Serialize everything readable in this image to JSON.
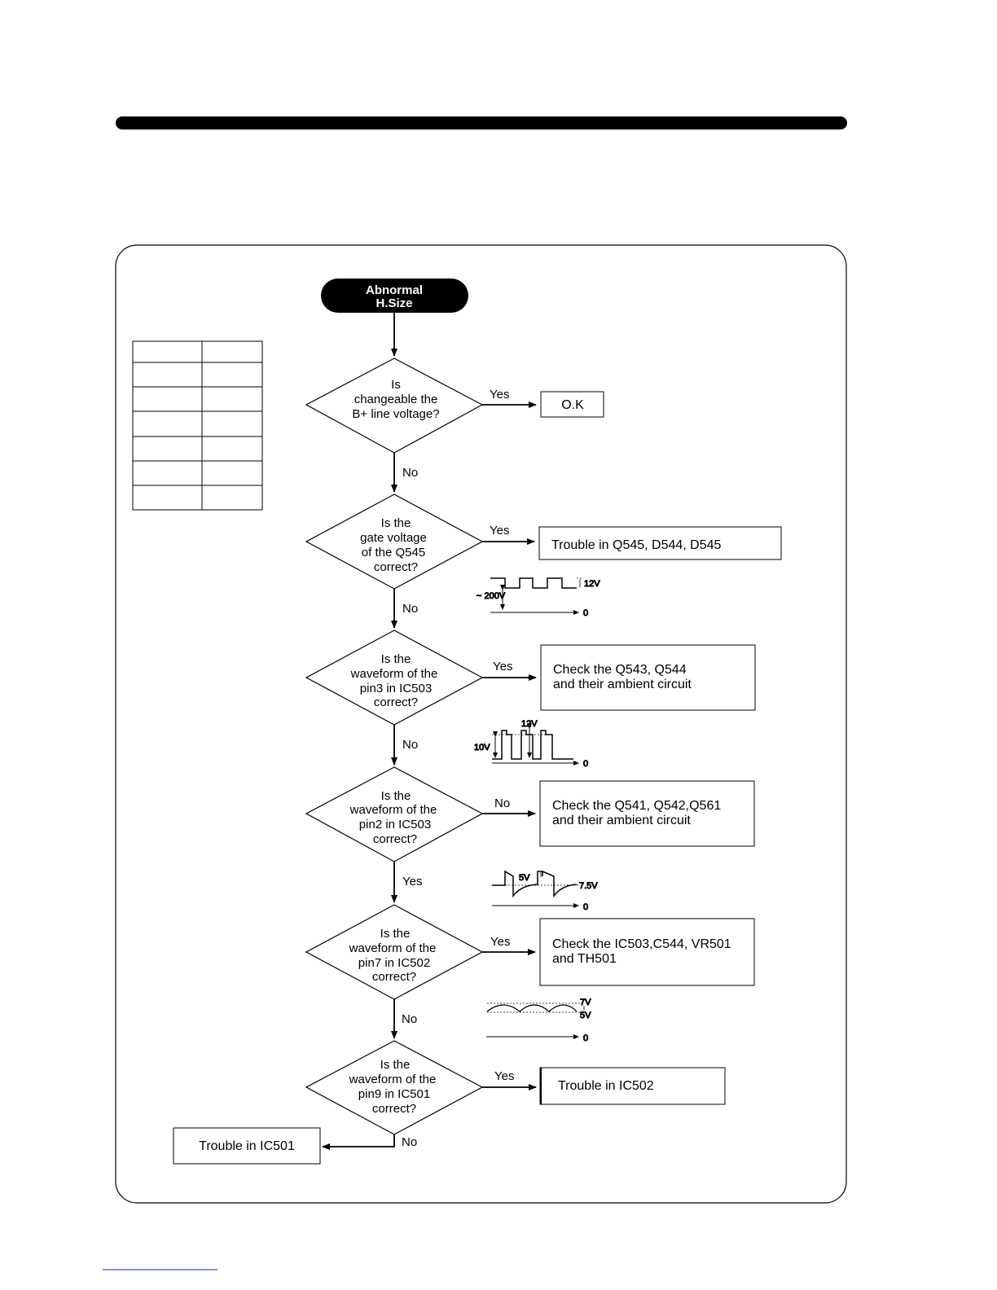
{
  "flowchart": {
    "start": {
      "line1": "Abnormal",
      "line2": "H.Size"
    },
    "decisions": [
      {
        "lines": [
          "Is",
          "changeable the",
          "B+ line voltage?"
        ],
        "right_label": "Yes",
        "down_label": "No"
      },
      {
        "lines": [
          "Is the",
          "gate voltage",
          "of the Q545",
          "correct?"
        ],
        "right_label": "Yes",
        "down_label": "No"
      },
      {
        "lines": [
          "Is the",
          "waveform of the",
          "pin3 in IC503",
          "correct?"
        ],
        "right_label": "Yes",
        "down_label": "No"
      },
      {
        "lines": [
          "Is the",
          "waveform of the",
          "pin2 in IC503",
          "correct?"
        ],
        "right_label": "No",
        "down_label": "Yes"
      },
      {
        "lines": [
          "Is the",
          "waveform of the",
          "pin7 in IC502",
          "correct?"
        ],
        "right_label": "Yes",
        "down_label": "No"
      },
      {
        "lines": [
          "Is the",
          "waveform of the",
          "pin9 in IC501",
          "correct?"
        ],
        "right_label": "Yes",
        "down_label": "No"
      }
    ],
    "results": [
      {
        "lines": [
          "O.K"
        ]
      },
      {
        "lines": [
          "Trouble in Q545, D544, D545"
        ]
      },
      {
        "lines": [
          "Check the Q543, Q544",
          "and their ambient circuit"
        ]
      },
      {
        "lines": [
          "Check the Q541, Q542,Q561",
          "and their ambient circuit"
        ]
      },
      {
        "lines": [
          "Check the IC503,C544, VR501",
          "and  TH501"
        ]
      },
      {
        "lines": [
          "Trouble in IC502"
        ]
      }
    ],
    "final_result": "Trouble in IC501"
  },
  "waveforms": {
    "gate": {
      "amp": "12V",
      "dc": "~ 200V",
      "zero": "0"
    },
    "pin3": {
      "amp": "12V",
      "dc": "10V",
      "zero": "0"
    },
    "pin2": {
      "amp": "5V",
      "dc": "7.5V",
      "zero": "0"
    },
    "pin7": {
      "top": "7V",
      "bottom": "5V",
      "zero": "0"
    }
  },
  "legend_table": {
    "rows": 7,
    "columns": 2
  }
}
